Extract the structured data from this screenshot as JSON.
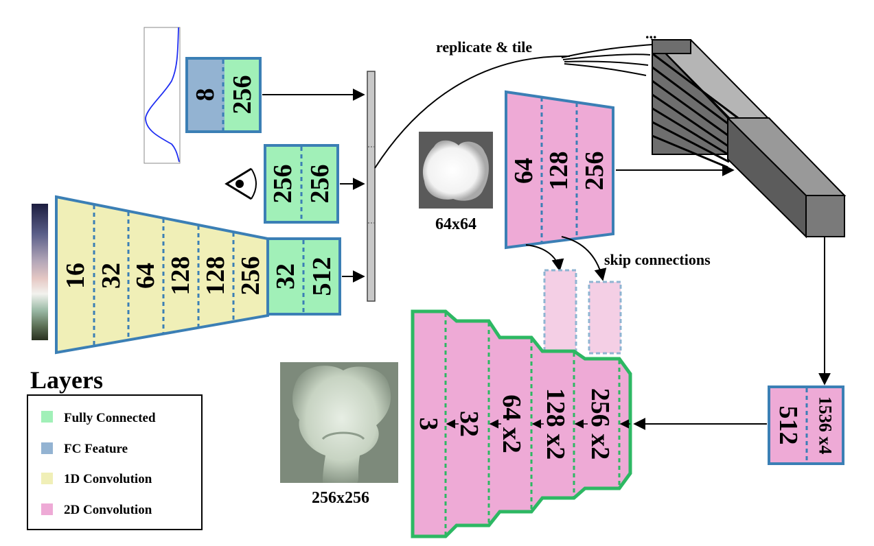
{
  "colors": {
    "fully_connected": "#a1f0b8",
    "fc_feature": "#93b3d2",
    "conv1d": "#f0efb7",
    "conv2d": "#eeaad6",
    "border_blue": "#3b7fb5",
    "border_green": "#2db863"
  },
  "top_fc": {
    "feature": "8",
    "fc": "256"
  },
  "view_fc": {
    "a": "256",
    "b": "256"
  },
  "conv1d": {
    "layers": [
      "16",
      "32",
      "64",
      "128",
      "128",
      "256"
    ],
    "fc": [
      "32",
      "512"
    ]
  },
  "encoder2d": {
    "layers": [
      "64",
      "128",
      "256"
    ],
    "image_label": "64x64"
  },
  "replicate_label": "replicate & tile",
  "ellipsis": "...",
  "skip_label": "skip connections",
  "decoder_input": {
    "a": "512",
    "b": "1536 x4"
  },
  "decoder": {
    "layers": [
      "3",
      "32",
      "64 x2",
      "128 x2",
      "256 x2"
    ],
    "image_label": "256x256"
  },
  "legend": {
    "title": "Layers",
    "items": [
      {
        "label": "Fully Connected",
        "color": "#a1f0b8"
      },
      {
        "label": "FC Feature",
        "color": "#93b3d2"
      },
      {
        "label": "1D Convolution",
        "color": "#f0efb7"
      },
      {
        "label": "2D Convolution",
        "color": "#eeaad6"
      }
    ]
  }
}
